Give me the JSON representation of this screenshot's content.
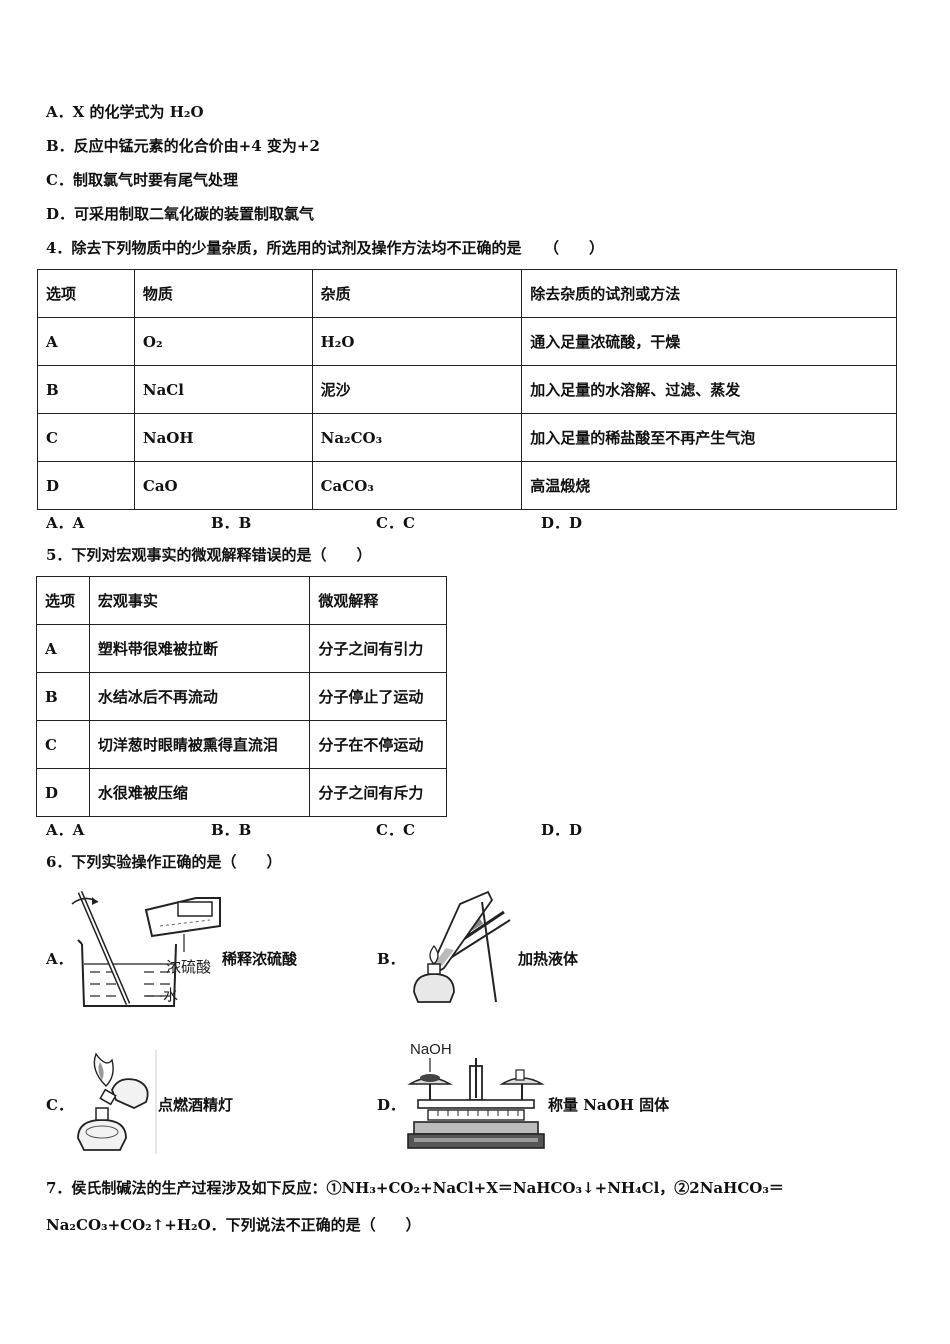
{
  "q3_options": [
    "A．X 的化学式为 H₂O",
    "B．反应中锰元素的化合价由+4 变为+2",
    "C．制取氯气时要有尾气处理",
    "D．可采用制取二氧化碳的装置制取氯气"
  ],
  "q4": {
    "stem": "4．除去下列物质中的少量杂质，所选用的试剂及操作方法均不正确的是　　（　　）",
    "header": [
      "选项",
      "物质",
      "杂质",
      "除去杂质的试剂或方法"
    ],
    "rows": [
      [
        "A",
        "O₂",
        "H₂O",
        "通入足量浓硫酸，干燥"
      ],
      [
        "B",
        "NaCl",
        "泥沙",
        "加入足量的水溶解、过滤、蒸发"
      ],
      [
        "C",
        "NaOH",
        "Na₂CO₃",
        "加入足量的稀盐酸至不再产生气泡"
      ],
      [
        "D",
        "CaO",
        "CaCO₃",
        "高温煅烧"
      ]
    ],
    "choices": [
      "A．A",
      "B．B",
      "C．C",
      "D．D"
    ]
  },
  "q5": {
    "stem": "5．下列对宏观事实的微观解释错误的是（　　）",
    "header": [
      "选项",
      "宏观事实",
      "微观解释"
    ],
    "rows": [
      [
        "A",
        "塑料带很难被拉断",
        "分子之间有引力"
      ],
      [
        "B",
        "水结冰后不再流动",
        "分子停止了运动"
      ],
      [
        "C",
        "切洋葱时眼睛被熏得直流泪",
        "分子在不停运动"
      ],
      [
        "D",
        "水很难被压缩",
        "分子之间有斥力"
      ]
    ],
    "choices": [
      "A．A",
      "B．B",
      "C．C",
      "D．D"
    ]
  },
  "q6": {
    "stem": "6．下列实验操作正确的是（　　）",
    "items": [
      {
        "letter": "A．",
        "caption": "稀释浓硫酸",
        "fig_labels": [
          "浓硫酸",
          "水"
        ]
      },
      {
        "letter": "B．",
        "caption": "加热液体"
      },
      {
        "letter": "C．",
        "caption": "点燃酒精灯"
      },
      {
        "letter": "D．",
        "caption": "称量 NaOH 固体",
        "fig_labels": [
          "NaOH"
        ]
      }
    ]
  },
  "q7": {
    "line1": "7．侯氏制碱法的生产过程涉及如下反应：①NH₃+CO₂+NaCl+X＝NaHCO₃↓+NH₄Cl，②2NaHCO₃＝",
    "line2": "Na₂CO₃+CO₂↑+H₂O．下列说法不正确的是（　　）"
  }
}
